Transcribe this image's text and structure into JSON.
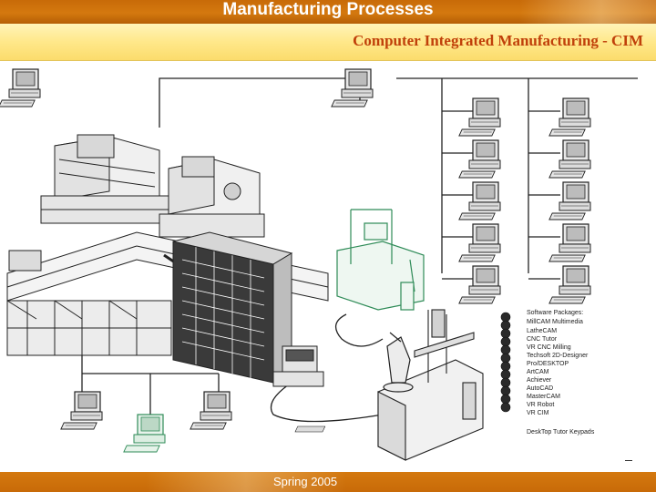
{
  "header": {
    "title": "Manufacturing Processes",
    "subtitle": "Computer Integrated Manufacturing - CIM"
  },
  "software": {
    "heading": "Software Packages:",
    "items": [
      "MillCAM  Multimedia",
      "LatheCAM",
      "CNC Tutor",
      "VR CNC Milling",
      "Techsoft 2D-Designer",
      "Pro/DESKTOP",
      "ArtCAM",
      "Achiever",
      "AutoCAD",
      "MasterCAM",
      "VR Robot",
      "VR CIM"
    ],
    "keypads": "DeskTop Tutor Keypads"
  },
  "footer": {
    "text": "Spring 2005"
  },
  "colors": {
    "header_bar": "#c86a08",
    "subtitle_bar": "#ffe88a",
    "subtitle_text": "#c0400a",
    "line_art": "#222222",
    "accent_green": "#2e8b57"
  }
}
